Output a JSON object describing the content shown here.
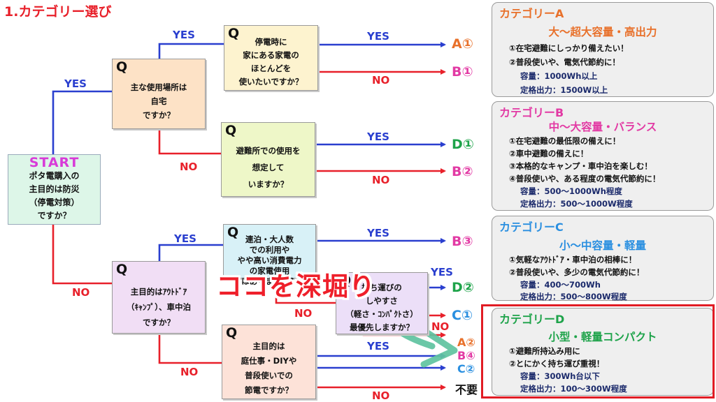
{
  "title": "1.カテゴリー選び",
  "start": {
    "label": "START",
    "text": "ポタ電購入の\n主目的は防災\n（停電対策）\nですか？"
  },
  "questions": [
    {
      "q": "Q",
      "text": "主な使用場所は\n自宅\nですか？"
    },
    {
      "q": "Q",
      "text": "停電時に\n家にある家電の\nほとんどを\n使いたいですか？"
    },
    {
      "q": "Q",
      "text": "避難所での使用を\n想定して\nいますか？"
    },
    {
      "q": "Q",
      "text": "主目的はｱｳﾄﾄﾞｱ\n（ｷｬﾝﾌﾟ）、車中泊\nですか？"
    },
    {
      "q": "Q",
      "text": "連泊・大人数\nでの利用や\nやや高い消費電力\nの家電使用\nはありますか？"
    },
    {
      "q": "Q",
      "text": "持ち運びの\nしやすさ\n（軽さ・ｺﾝﾊﾟｸﾄさ）\n最優先しますか？"
    },
    {
      "q": "Q",
      "text": "主目的は\n庭仕事・DIYや\n普段使いでの\n節電ですか？"
    }
  ],
  "labels": {
    "yes": "YES",
    "no": "NO"
  },
  "results": {
    "a1": "A①",
    "b1": "B①",
    "d1": "D①",
    "b2": "B②",
    "b3": "B③",
    "d2": "D②",
    "c1": "C①",
    "a2": "A②",
    "b4": "B④",
    "c2": "C②",
    "none": "不要"
  },
  "categories": [
    {
      "title": "カテゴリーA",
      "subtitle": "大〜超大容量・高出力",
      "items": [
        "①在宅避難にしっかり備えたい！",
        "②普段使いや、電気代節約に！"
      ],
      "capacity": "容量：1000Wh以上",
      "output": "定格出力：1500W以上"
    },
    {
      "title": "カテゴリーB",
      "subtitle": "中〜大容量・バランス",
      "items": [
        "①在宅避難の最低限の備えに！",
        "②車中避難の備えに！",
        "③本格的なキャンプ・車中泊を楽しむ！",
        "④普段使いや、ある程度の電気代節約に！"
      ],
      "capacity": "容量：500〜1000Wh程度",
      "output": "定格出力：500〜1000W程度"
    },
    {
      "title": "カテゴリーC",
      "subtitle": "小〜中容量・軽量",
      "items": [
        "①気軽なｱｳﾄﾄﾞｱ・車中泊の相棒に！",
        "②普段使いや、多少の電気代節約に！"
      ],
      "capacity": "容量：400〜700Wh",
      "output": "定格出力：500〜800W程度"
    },
    {
      "title": "カテゴリーD",
      "subtitle": "小型・軽量コンパクト",
      "items": [
        "①避難所持込み用に",
        "②とにかく持ち運び重視！"
      ],
      "capacity": "容量：300Wh台以下",
      "output": "定格出力：100〜300W程度"
    }
  ],
  "callout": "ココを深堀り",
  "colors": {
    "yes_line": "#2a3fcf",
    "no_line": "#e8202a",
    "cat_a": "#e8702a",
    "cat_b": "#e23aa4",
    "cat_c": "#2a8fe0",
    "cat_d": "#1ea34a",
    "highlight_frame": "#e11c24",
    "callout_arrow": "#5fc3a0"
  }
}
